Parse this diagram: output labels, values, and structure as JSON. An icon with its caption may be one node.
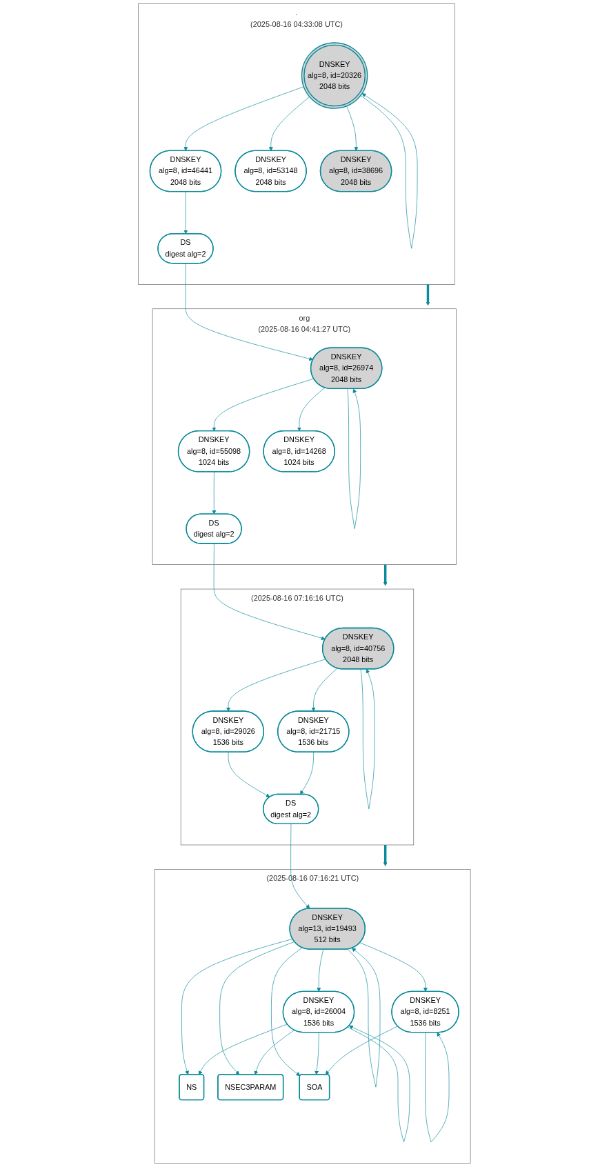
{
  "diagram": {
    "nodes": [
      {
        "text": [
          ".",
          "(2025-08-16 04:33:08 UTC)"
        ]
      },
      {
        "text": [
          "DNSKEY",
          "alg=8, id=20326",
          "2048 bits"
        ],
        "in": 0
      },
      {
        "text": [
          "DNSKEY",
          "alg=8, id=46441",
          "2048 bits"
        ],
        "in": 0
      },
      {
        "text": [
          "DNSKEY",
          "alg=8, id=53148",
          "2048 bits"
        ],
        "in": 0
      },
      {
        "text": [
          "DNSKEY",
          "alg=8, id=38696",
          "2048 bits"
        ],
        "in": 0
      },
      {
        "text": [
          "DS",
          "digest alg=2"
        ],
        "in": 0
      },
      {
        "text": [
          "org",
          "(2025-08-16 04:41:27 UTC)"
        ]
      },
      {
        "text": [
          "DNSKEY",
          "alg=8, id=26974",
          "2048 bits"
        ],
        "in": 6
      },
      {
        "text": [
          "DNSKEY",
          "alg=8, id=55098",
          "1024 bits"
        ],
        "in": 6
      },
      {
        "text": [
          "DNSKEY",
          "alg=8, id=14268",
          "1024 bits"
        ],
        "in": 6
      },
      {
        "text": [
          "DS",
          "digest alg=2"
        ],
        "in": 6
      },
      {
        "text": [
          "(2025-08-16 07:16:16 UTC)"
        ]
      },
      {
        "text": [
          "DNSKEY",
          "alg=8, id=40756",
          "2048 bits"
        ],
        "in": 11
      },
      {
        "text": [
          "DNSKEY",
          "alg=8, id=29026",
          "1536 bits"
        ],
        "in": 11
      },
      {
        "text": [
          "DNSKEY",
          "alg=8, id=21715",
          "1536 bits"
        ],
        "in": 11
      },
      {
        "text": [
          "DS",
          "digest alg=2"
        ],
        "in": 11
      },
      {
        "text": [
          "(2025-08-16 07:16:21 UTC)"
        ]
      },
      {
        "text": [
          "DNSKEY",
          "alg=13, id=19493",
          "512 bits"
        ],
        "in": 16
      },
      {
        "text": [
          "DNSKEY",
          "alg=8, id=26004",
          "1536 bits"
        ],
        "in": 16
      },
      {
        "text": [
          "DNSKEY",
          "alg=8, id=8251",
          "1536 bits"
        ],
        "in": 16
      },
      {
        "text": [
          "NS"
        ],
        "in": 16
      },
      {
        "text": [
          "NSEC3PARAM"
        ],
        "in": 16
      },
      {
        "text": [
          "SOA"
        ],
        "in": 16
      }
    ],
    "edges": [
      {
        "from": 1,
        "to": 1,
        "arrow": "to"
      },
      {
        "from": 1,
        "to": 2,
        "arrow": "to"
      },
      {
        "from": 1,
        "to": 3,
        "arrow": "to"
      },
      {
        "from": 1,
        "to": 4,
        "arrow": "to"
      },
      {
        "from": 2,
        "to": 5,
        "arrow": "to"
      },
      {
        "from": 0,
        "to": 6,
        "arrow": "to",
        "style": "thick"
      },
      {
        "from": 5,
        "to": 7,
        "arrow": "to"
      },
      {
        "from": 7,
        "to": 7,
        "arrow": "to"
      },
      {
        "from": 7,
        "to": 8,
        "arrow": "to"
      },
      {
        "from": 7,
        "to": 9,
        "arrow": "to"
      },
      {
        "from": 8,
        "to": 10,
        "arrow": "to"
      },
      {
        "from": 6,
        "to": 11,
        "arrow": "to",
        "style": "thick"
      },
      {
        "from": 10,
        "to": 12,
        "arrow": "to"
      },
      {
        "from": 12,
        "to": 12,
        "arrow": "to"
      },
      {
        "from": 12,
        "to": 13,
        "arrow": "to"
      },
      {
        "from": 12,
        "to": 14,
        "arrow": "to"
      },
      {
        "from": 13,
        "to": 15,
        "arrow": "to"
      },
      {
        "from": 14,
        "to": 15,
        "arrow": "to"
      },
      {
        "from": 11,
        "to": 16,
        "arrow": "to",
        "style": "thick"
      },
      {
        "from": 15,
        "to": 17,
        "arrow": "to"
      },
      {
        "from": 17,
        "to": 17,
        "arrow": "to"
      },
      {
        "from": 17,
        "to": 18,
        "arrow": "to"
      },
      {
        "from": 17,
        "to": 19,
        "arrow": "to"
      },
      {
        "from": 17,
        "to": 20,
        "arrow": "to"
      },
      {
        "from": 17,
        "to": 21,
        "arrow": "to"
      },
      {
        "from": 17,
        "to": 22,
        "arrow": "to"
      },
      {
        "from": 18,
        "to": 18,
        "arrow": "to"
      },
      {
        "from": 18,
        "to": 20,
        "arrow": "to"
      },
      {
        "from": 18,
        "to": 21,
        "arrow": "to"
      },
      {
        "from": 18,
        "to": 22,
        "arrow": "to"
      },
      {
        "from": 19,
        "to": 19,
        "arrow": "to"
      },
      {
        "from": 19,
        "to": 22,
        "arrow": "to"
      }
    ]
  }
}
